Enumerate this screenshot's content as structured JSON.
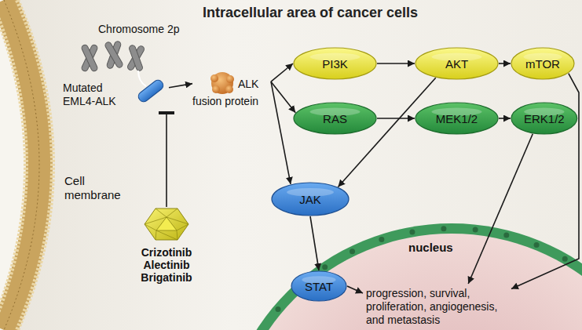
{
  "diagram": {
    "title": "Intracellular area of cancer cells",
    "nodes": [
      {
        "text": [
          "Mutated EML4-ALK"
        ]
      },
      {
        "text": [
          "ALK fusion protein"
        ]
      },
      {
        "text": [
          "PI3K"
        ]
      },
      {
        "text": [
          "AKT"
        ]
      },
      {
        "text": [
          "mTOR"
        ]
      },
      {
        "text": [
          "RAS"
        ]
      },
      {
        "text": [
          "MEK1/2"
        ]
      },
      {
        "text": [
          "ERK1/2"
        ]
      },
      {
        "text": [
          "JAK"
        ]
      },
      {
        "text": [
          "STAT"
        ]
      },
      {
        "text": [
          "Crizotinib",
          "Alectinib",
          "Brigatinib"
        ]
      },
      {
        "text": [
          "nucleus"
        ]
      },
      {
        "text": [
          "progression, survival, proliferation, angiogenesis, and metastasis"
        ],
        "in": 11
      }
    ],
    "edges": [
      {
        "from": 0,
        "to": 1,
        "arrow": "to"
      },
      {
        "from": 1,
        "to": 2,
        "arrow": "to"
      },
      {
        "from": 1,
        "to": 5,
        "arrow": "to"
      },
      {
        "from": 1,
        "to": 8,
        "arrow": "to"
      },
      {
        "from": 2,
        "to": 3,
        "arrow": "to"
      },
      {
        "from": 3,
        "to": 4,
        "arrow": "to"
      },
      {
        "from": 5,
        "to": 6,
        "arrow": "to"
      },
      {
        "from": 6,
        "to": 7,
        "arrow": "to"
      },
      {
        "from": 3,
        "to": 8,
        "arrow": "to"
      },
      {
        "from": 8,
        "to": 9,
        "arrow": "to"
      },
      {
        "from": 9,
        "to": 12,
        "arrow": "to"
      },
      {
        "from": 7,
        "to": 12,
        "arrow": "to"
      },
      {
        "from": 4,
        "to": 12,
        "arrow": "to"
      },
      {
        "from": 10,
        "to": 0,
        "arrow": "to"
      }
    ],
    "labels": [
      "Chromosome 2p",
      "Cell membrane"
    ]
  }
}
